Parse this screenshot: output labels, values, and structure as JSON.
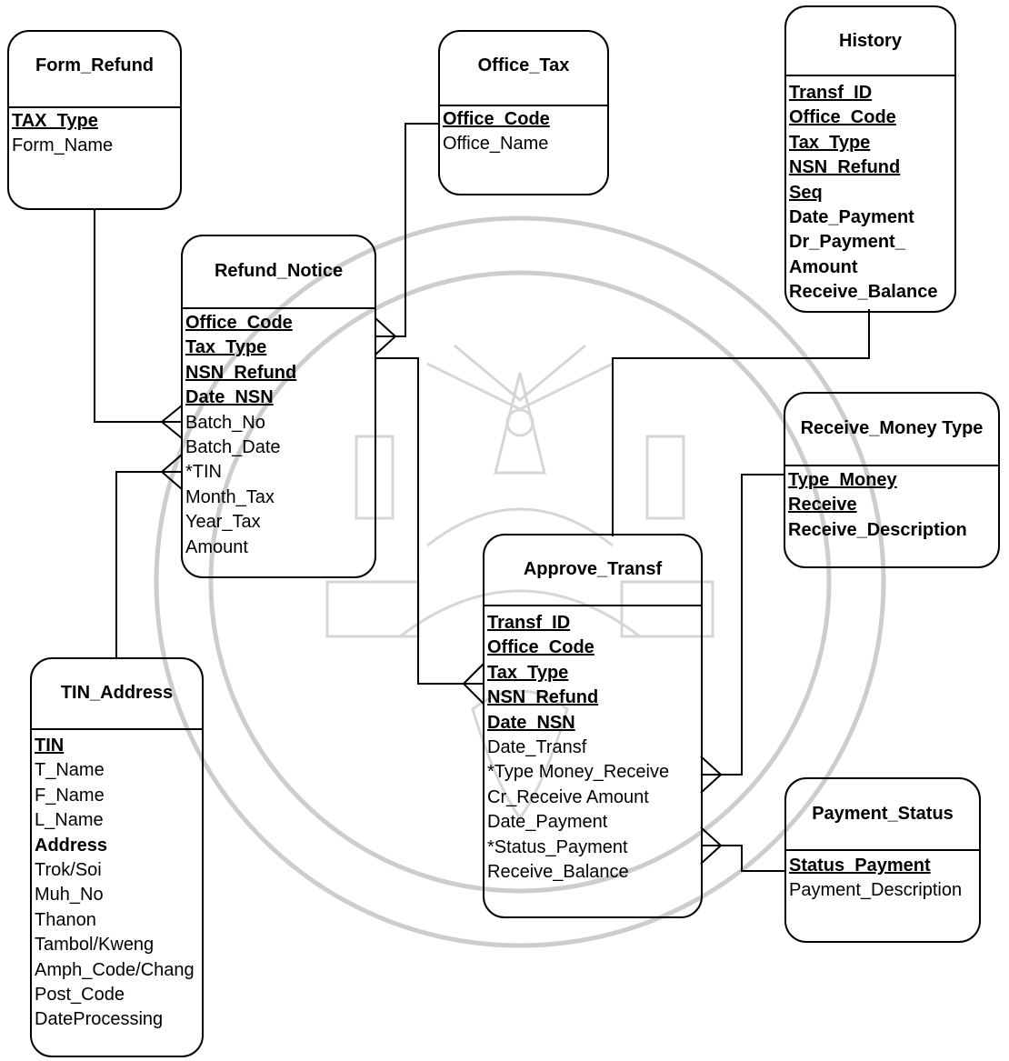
{
  "entities": {
    "form_refund": {
      "title": "Form_Refund",
      "keys": [
        "TAX_Type"
      ],
      "attrs": [
        "Form_Name"
      ]
    },
    "office_tax": {
      "title": "Office_Tax",
      "keys": [
        "Office_Code"
      ],
      "attrs": [
        "Office_Name"
      ]
    },
    "history": {
      "title": "History",
      "keys": [
        "Transf_ID",
        "Office_Code",
        "Tax_Type",
        "NSN_Refund",
        "Seq"
      ],
      "attrs": [
        "Date_Payment",
        "Dr_Payment_",
        "Amount",
        "Receive_Balance"
      ]
    },
    "refund_notice": {
      "title": "Refund_Notice",
      "keys": [
        "Office_Code",
        "Tax_Type",
        "NSN_Refund",
        "Date_NSN"
      ],
      "attrs": [
        "Batch_No",
        "Batch_Date",
        "*TIN",
        "Month_Tax",
        "Year_Tax",
        "Amount"
      ]
    },
    "receive_money_type": {
      "title": "Receive_Money Type",
      "keys": [
        "Type_Money",
        "Receive"
      ],
      "attrs": [
        "Receive_Description"
      ]
    },
    "approve_transf": {
      "title": "Approve_Transf",
      "keys": [
        "Transf_ID",
        "Office_Code",
        "Tax_Type",
        "NSN_Refund",
        "Date_NSN"
      ],
      "attrs": [
        "Date_Transf",
        "*Type Money_Receive",
        "Cr_Receive Amount",
        "Date_Payment",
        "*Status_Payment",
        "Receive_Balance"
      ]
    },
    "tin_address": {
      "title": "TIN_Address",
      "keys": [
        "TIN"
      ],
      "attrs": [
        "T_Name",
        "F_Name",
        "L_Name",
        "Address",
        "Trok/Soi",
        "Muh_No",
        "Thanon",
        "Tambol/Kweng",
        "Amph_Code/Chang",
        "Post_Code",
        "DateProcessing"
      ]
    },
    "payment_status": {
      "title": "Payment_Status",
      "keys": [
        "Status_Payment"
      ],
      "attrs": [
        "Payment_Description"
      ]
    }
  },
  "relationships": [
    {
      "from": "form_refund",
      "to": "refund_notice",
      "cardinality": "one-to-many"
    },
    {
      "from": "office_tax",
      "to": "refund_notice",
      "cardinality": "one-to-many"
    },
    {
      "from": "tin_address",
      "to": "refund_notice",
      "cardinality": "one-to-many"
    },
    {
      "from": "refund_notice",
      "to": "approve_transf",
      "cardinality": "one-to-many"
    },
    {
      "from": "history",
      "to": "approve_transf",
      "cardinality": "one-to-one"
    },
    {
      "from": "receive_money_type",
      "to": "approve_transf",
      "cardinality": "one-to-many"
    },
    {
      "from": "payment_status",
      "to": "approve_transf",
      "cardinality": "one-to-many"
    }
  ],
  "colors": {
    "line": "#000000",
    "watermark": "#c8c8c8"
  }
}
